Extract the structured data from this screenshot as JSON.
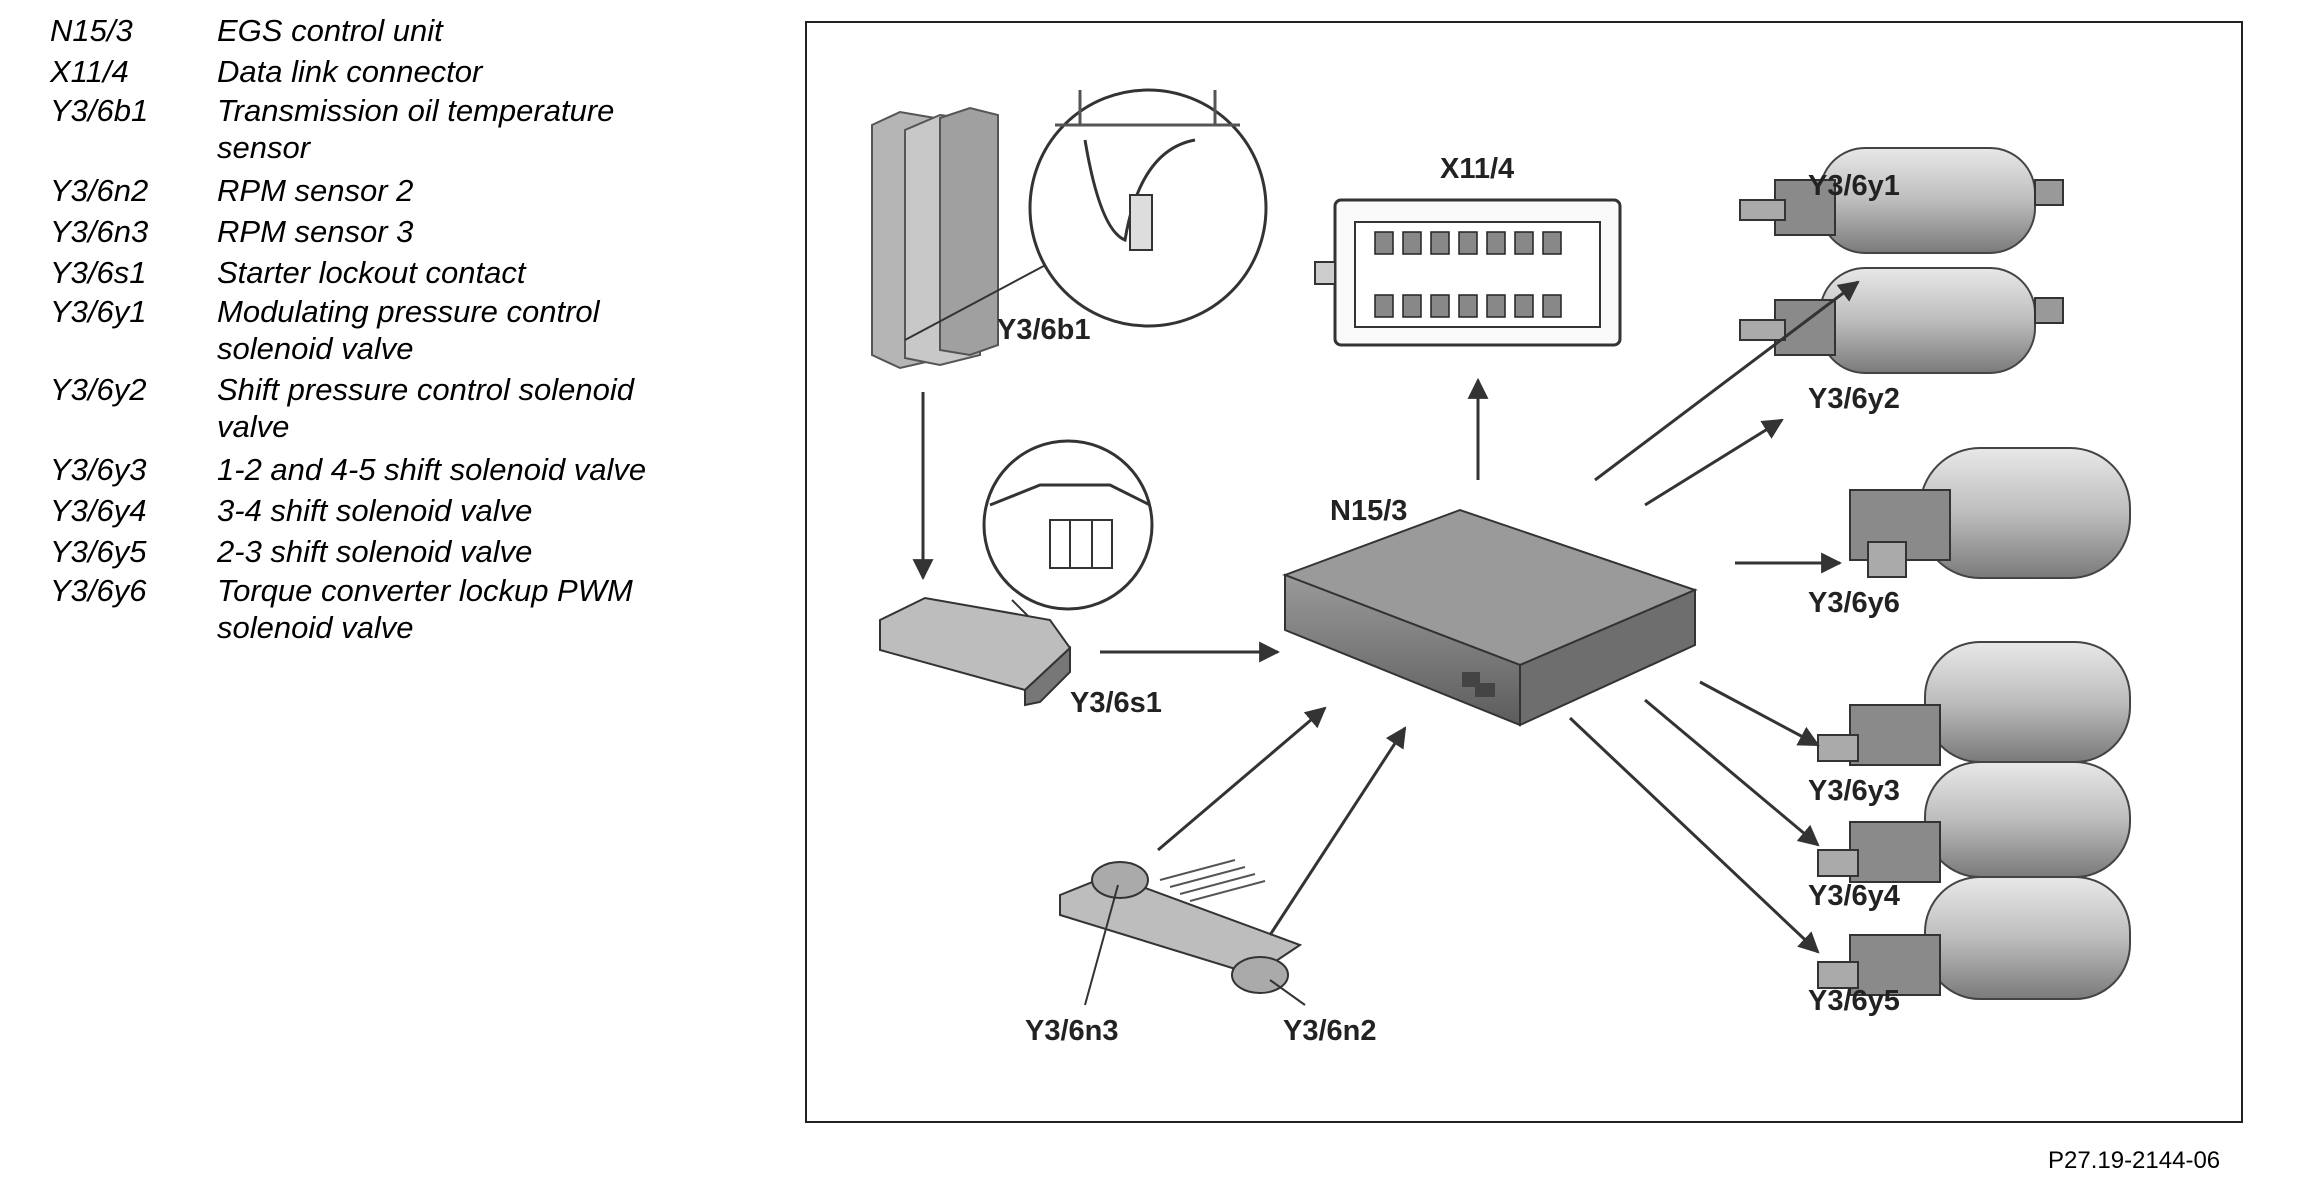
{
  "legend": [
    {
      "code": "N15/3",
      "desc": "EGS control unit"
    },
    {
      "code": "X11/4",
      "desc": "Data link connector"
    },
    {
      "code": "Y3/6b1",
      "desc": "Transmission oil temperature sensor"
    },
    {
      "code": "Y3/6n2",
      "desc": "RPM sensor 2"
    },
    {
      "code": "Y3/6n3",
      "desc": "RPM sensor 3"
    },
    {
      "code": "Y3/6s1",
      "desc": "Starter lockout contact"
    },
    {
      "code": "Y3/6y1",
      "desc": "Modulating pressure control solenoid valve"
    },
    {
      "code": "Y3/6y2",
      "desc": "Shift pressure control solenoid valve"
    },
    {
      "code": "Y3/6y3",
      "desc": "1-2 and 4-5 shift solenoid valve"
    },
    {
      "code": "Y3/6y4",
      "desc": "3-4 shift solenoid valve"
    },
    {
      "code": "Y3/6y5",
      "desc": "2-3 shift solenoid valve"
    },
    {
      "code": "Y3/6y6",
      "desc": "Torque converter lockup PWM solenoid valve"
    }
  ],
  "diagram": {
    "labels": {
      "y36b1": "Y3/6b1",
      "x114": "X11/4",
      "y36y1": "Y3/6y1",
      "y36y2": "Y3/6y2",
      "n153": "N15/3",
      "y36y6": "Y3/6y6",
      "y36s1": "Y3/6s1",
      "y36y3": "Y3/6y3",
      "y36y4": "Y3/6y4",
      "y36y5": "Y3/6y5",
      "y36n3": "Y3/6n3",
      "y36n2": "Y3/6n2"
    }
  },
  "reference": "P27.19-2144-06"
}
